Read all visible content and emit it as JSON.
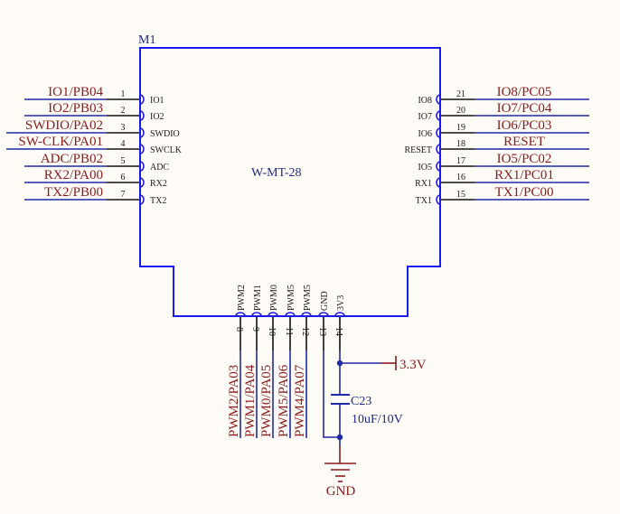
{
  "component": {
    "designator": "M1",
    "part_name": "W-MT-28"
  },
  "left_pins": [
    {
      "num": "1",
      "name": "IO1",
      "net": "IO1/PB04"
    },
    {
      "num": "2",
      "name": "IO2",
      "net": "IO2/PB03"
    },
    {
      "num": "3",
      "name": "SWDIO",
      "net": "SWDIO/PA02"
    },
    {
      "num": "4",
      "name": "SWCLK",
      "net": "SW-CLK/PA01"
    },
    {
      "num": "5",
      "name": "ADC",
      "net": "ADC/PB02"
    },
    {
      "num": "6",
      "name": "RX2",
      "net": "RX2/PA00"
    },
    {
      "num": "7",
      "name": "TX2",
      "net": "TX2/PB00"
    }
  ],
  "right_pins": [
    {
      "num": "21",
      "name": "IO8",
      "net": "IO8/PC05"
    },
    {
      "num": "20",
      "name": "IO7",
      "net": "IO7/PC04"
    },
    {
      "num": "19",
      "name": "IO6",
      "net": "IO6/PC03"
    },
    {
      "num": "18",
      "name": "RESET",
      "net": "RESET"
    },
    {
      "num": "17",
      "name": "IO5",
      "net": "IO5/PC02"
    },
    {
      "num": "16",
      "name": "RX1",
      "net": "RX1/PC01"
    },
    {
      "num": "15",
      "name": "TX1",
      "net": "TX1/PC00"
    }
  ],
  "bottom_pins": [
    {
      "num": "8",
      "name": "PWM2",
      "net": "PWM2/PA03"
    },
    {
      "num": "9",
      "name": "PWM1",
      "net": "PWM1/PA04"
    },
    {
      "num": "10",
      "name": "PWM0",
      "net": "PWM0/PA05"
    },
    {
      "num": "11",
      "name": "PWM5",
      "net": "PWM5/PA06"
    },
    {
      "num": "12",
      "name": "PWM5",
      "net": "PWM4/PA07"
    },
    {
      "num": "13",
      "name": "GND",
      "net": ""
    },
    {
      "num": "14",
      "name": "3V3",
      "net": ""
    }
  ],
  "capacitor": {
    "designator": "C23",
    "value": "10uF/10V"
  },
  "power": {
    "label": "3.3V"
  },
  "ground": {
    "label": "GND"
  }
}
